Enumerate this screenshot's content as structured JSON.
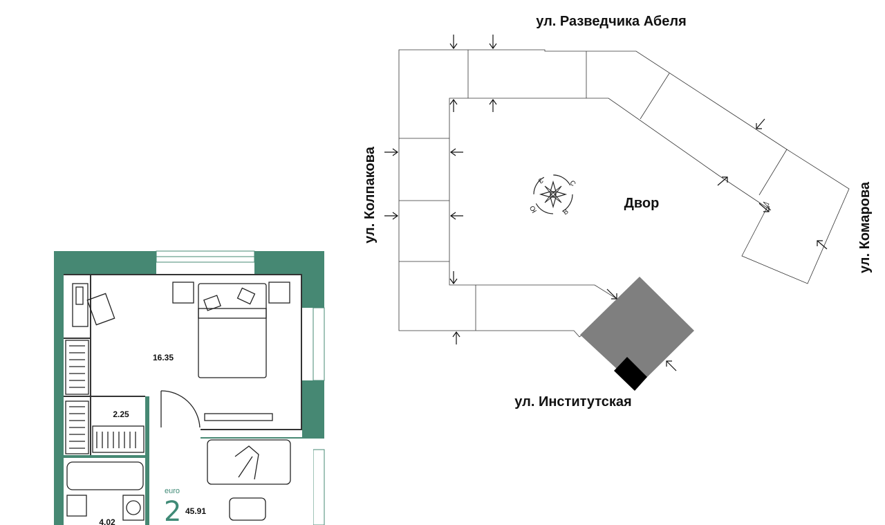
{
  "site_plan": {
    "streets": {
      "top": "ул. Разведчика Абеля",
      "left": "ул. Колпакова",
      "right": "ул. Комарова",
      "bottom": "ул. Институтская"
    },
    "yard_label": "Двор",
    "compass": {
      "n": "С",
      "e": "В",
      "s": "Ю",
      "w": "З"
    }
  },
  "apartment": {
    "areas": {
      "bedroom": "16.35",
      "wardrobe": "2.25",
      "bathroom": "4.02"
    },
    "type_prefix": "euro",
    "rooms": "2",
    "total_area": "45.91"
  },
  "colors": {
    "wall": "#468873",
    "building_dark": "#000000",
    "building_gray": "#7f7f7f",
    "accent": "#3f8a76"
  }
}
